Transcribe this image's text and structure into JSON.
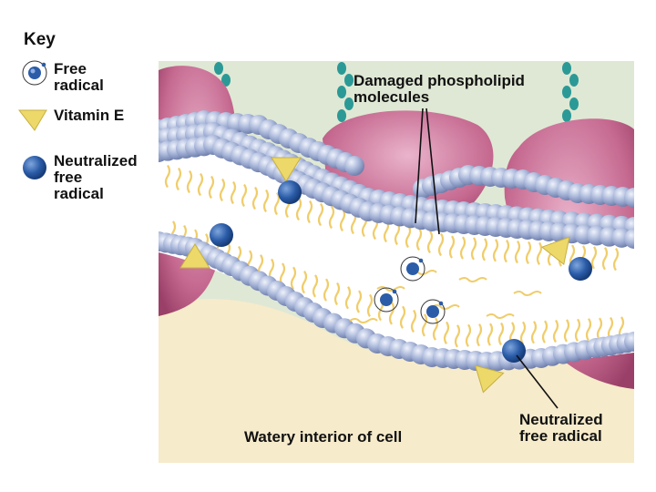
{
  "key": {
    "title": "Key",
    "items": [
      {
        "label_lines": [
          "Free",
          "radical"
        ],
        "icon": "free-radical-icon"
      },
      {
        "label_lines": [
          "Vitamin E"
        ],
        "icon": "vitamin-e-icon"
      },
      {
        "label_lines": [
          "Neutralized",
          "free",
          "radical"
        ],
        "icon": "neutralized-free-radical-icon"
      }
    ]
  },
  "labels": {
    "damaged_line1": "Damaged phospholipid",
    "damaged_line2": "molecules",
    "neutralized_line1": "Neutralized",
    "neutralized_line2": "free radical",
    "interior": "Watery interior of cell"
  },
  "colors": {
    "outer_bg": "#dfe8d4",
    "interior_bg": "#f6ebcb",
    "protein": "#c5688f",
    "lipid_head": "#a6b4d8",
    "tail": "#f0cd6a",
    "vitamin_e": "#ecd96a",
    "radical": "#2b5ca8",
    "glyco": "#2b9a96"
  }
}
